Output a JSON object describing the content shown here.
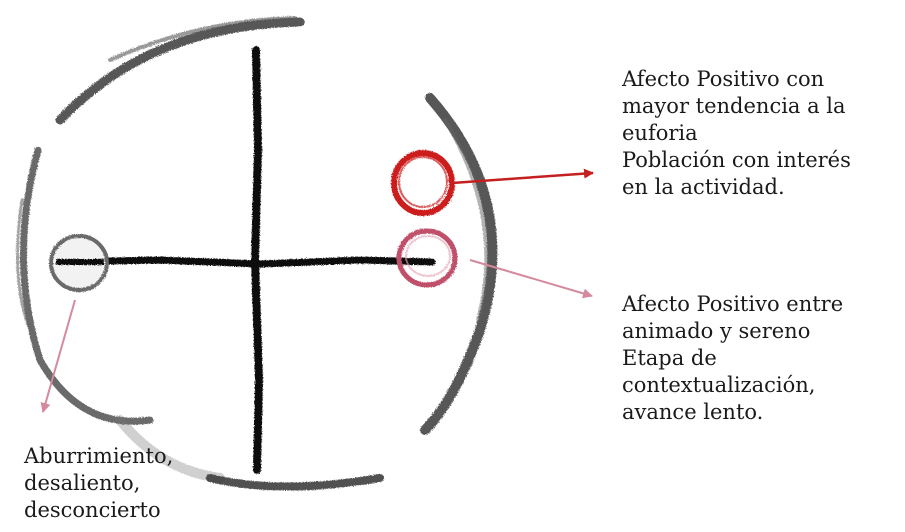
{
  "annotations": {
    "top_right": {
      "lines": [
        "Afecto Positivo con",
        "mayor tendencia a la",
        "euforia",
        "Población con interés",
        "en la actividad."
      ]
    },
    "middle_right": {
      "lines": [
        "Afecto Positivo entre",
        "animado y sereno",
        "Etapa de",
        "contextualización,",
        "avance lento."
      ]
    },
    "bottom_left": {
      "lines": [
        "Aburrimiento,",
        "desaliento,",
        "desconcierto"
      ]
    }
  },
  "markers": {
    "top_right": {
      "color": "#cc1f1f"
    },
    "middle_right": {
      "color": "#c0506a"
    },
    "left": {
      "color": "#6a6a6a"
    }
  },
  "arrows": {
    "top_right": {
      "color": "#c42020"
    },
    "middle_right": {
      "color": "#d48a9c"
    },
    "left": {
      "color": "#d48a9c"
    }
  }
}
